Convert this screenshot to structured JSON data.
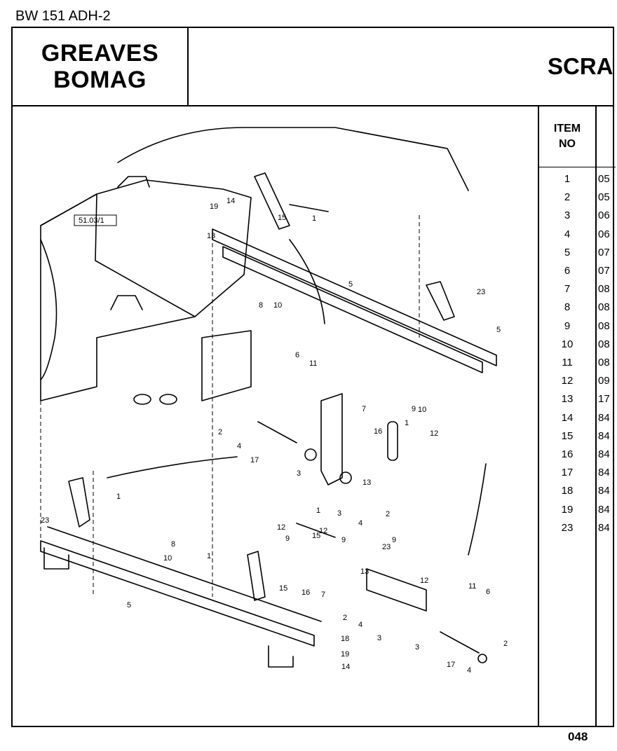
{
  "doc_code": "BW 151 ADH-2",
  "brand": {
    "line1": "GREAVES",
    "line2": "BOMAG"
  },
  "title": "SCRA",
  "parts_table": {
    "header_line1": "ITEM",
    "header_line2": "NO",
    "rows": [
      {
        "item": "1",
        "part": "05"
      },
      {
        "item": "2",
        "part": "05"
      },
      {
        "item": "3",
        "part": "06"
      },
      {
        "item": "4",
        "part": "06"
      },
      {
        "item": "5",
        "part": "07"
      },
      {
        "item": "6",
        "part": "07"
      },
      {
        "item": "7",
        "part": "08"
      },
      {
        "item": "8",
        "part": "08"
      },
      {
        "item": "9",
        "part": "08"
      },
      {
        "item": "10",
        "part": "08"
      },
      {
        "item": "11",
        "part": "08"
      },
      {
        "item": "12",
        "part": "09"
      },
      {
        "item": "13",
        "part": "17"
      },
      {
        "item": "14",
        "part": "84"
      },
      {
        "item": "15",
        "part": "84"
      },
      {
        "item": "16",
        "part": "84"
      },
      {
        "item": "17",
        "part": "84"
      },
      {
        "item": "18",
        "part": "84"
      },
      {
        "item": "19",
        "part": "84"
      },
      {
        "item": "23",
        "part": "84"
      }
    ]
  },
  "diagram": {
    "ref_box": "51.03/1",
    "callouts": [
      "1",
      "2",
      "3",
      "4",
      "5",
      "6",
      "7",
      "8",
      "9",
      "10",
      "11",
      "12",
      "13",
      "14",
      "15",
      "16",
      "17",
      "18",
      "19",
      "23"
    ]
  },
  "page_number": "048"
}
